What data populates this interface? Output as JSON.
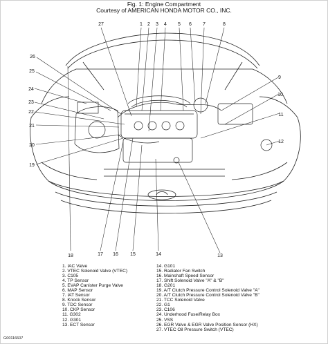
{
  "figure": {
    "title": "Fig. 1: Engine Compartment",
    "credit": "Courtesy of AMERICAN HONDA MOTOR CO., INC.",
    "code": "G00116607"
  },
  "callouts": [
    {
      "n": "1"
    },
    {
      "n": "2"
    },
    {
      "n": "3"
    },
    {
      "n": "4"
    },
    {
      "n": "5"
    },
    {
      "n": "6"
    },
    {
      "n": "7"
    },
    {
      "n": "8"
    },
    {
      "n": "9"
    },
    {
      "n": "10"
    },
    {
      "n": "11"
    },
    {
      "n": "12"
    },
    {
      "n": "13"
    },
    {
      "n": "14"
    },
    {
      "n": "15"
    },
    {
      "n": "16"
    },
    {
      "n": "17"
    },
    {
      "n": "18"
    },
    {
      "n": "19"
    },
    {
      "n": "20"
    },
    {
      "n": "21"
    },
    {
      "n": "22"
    },
    {
      "n": "23"
    },
    {
      "n": "24"
    },
    {
      "n": "25"
    },
    {
      "n": "26"
    },
    {
      "n": "27"
    }
  ],
  "legend_left": [
    "1. IAC Valve",
    "2. VTEC Solenoid Valve (VTEC)",
    "3. C105",
    "4. TP Sensor",
    "5. EVAP Canister Purge Valve",
    "6. MAP Sensor",
    "7. IAT Sensor",
    "8. Knock Sensor",
    "9. TDC Sensor",
    "10. CKP Sensor",
    "11. G302",
    "12. G301",
    "13. ECT Sensor"
  ],
  "legend_right": [
    "14. G101",
    "15. Radiator Fan Switch",
    "16. Mainshaft Speed Sensor",
    "17. Shift Solenoid Valve \"A\" & \"B\"",
    "18. G201",
    "19. A/T Clutch Pressure Control Solenoid Valve \"A\"",
    "20. A/T Clutch Pressure Control Solenoid Valve \"B\"",
    "21. TCC Solenoid Valve",
    "22. G1",
    "23. C106",
    "24. Underhood Fuse/Relay Box",
    "25. VSS",
    "26. EGR Valve & EGR Valve Position Sensor (HX)",
    "27. VTEC Oil Pressure Switch (VTEC)"
  ]
}
